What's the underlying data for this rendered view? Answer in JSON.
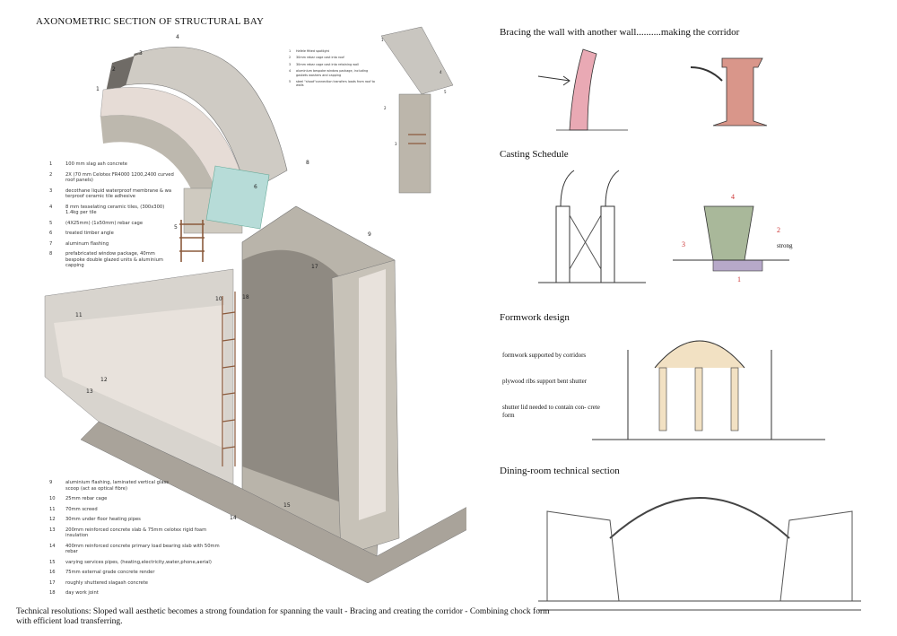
{
  "title": "AXONOMETRIC SECTION OF STRUCTURAL BAY",
  "legend_top": [
    {
      "n": "1",
      "text": "100 mm slag ash concrete"
    },
    {
      "n": "2",
      "text": "2X (70 mm Celotex FR4000 1200,2400 curved roof panels)"
    },
    {
      "n": "3",
      "text": "decothane liquid waterproof membrane & wa terproof ceramic tile adhesive"
    },
    {
      "n": "4",
      "text": "8 mm tesselating ceramic tiles, (300x300) 1.4kg per tile"
    },
    {
      "n": "5",
      "text": "(4X25mm) (1x50mm) rebar cage"
    },
    {
      "n": "6",
      "text": "treated timber angle"
    },
    {
      "n": "7",
      "text": "aluminum flashing"
    },
    {
      "n": "8",
      "text": "prefabricated window package, 40mm bespoke double glazed units & aluminium capping"
    }
  ],
  "legend_bottom": [
    {
      "n": "9",
      "text": "aluminium flashing, laminated vertical glass scoop (act as optical fibre)"
    },
    {
      "n": "10",
      "text": "25mm rebar cage"
    },
    {
      "n": "11",
      "text": "70mm screed"
    },
    {
      "n": "12",
      "text": "30mm under floor heating pipes"
    },
    {
      "n": "13",
      "text": "200mm reinforced concrete slab & 75mm celotex rigid foam insulation"
    },
    {
      "n": "14",
      "text": "400mm reinforced concrete primary load bearing slab with 50mm rebar"
    },
    {
      "n": "15",
      "text": "varying services pipes, (heating,electricity,water,phone,aerial)"
    },
    {
      "n": "16",
      "text": "75mm external grade concrete render"
    },
    {
      "n": "17",
      "text": "roughly shuttered slagash concrete"
    },
    {
      "n": "18",
      "text": "day work joint"
    }
  ],
  "detail_legend": [
    {
      "n": "1",
      "text": "Hafele fitted spotlight"
    },
    {
      "n": "2",
      "text": "30mm rebar cage cast into roof"
    },
    {
      "n": "3",
      "text": "30mm rebar cage cast into retaining wall"
    },
    {
      "n": "4",
      "text": "aluminium bespoke window package, including gaskets washers and capping"
    },
    {
      "n": "5",
      "text": "steel \"shoot\"connection transfers loads from roof to walls"
    }
  ],
  "callouts": [
    "1",
    "2",
    "3",
    "4",
    "5",
    "6",
    "8",
    "9",
    "10",
    "11",
    "12",
    "13",
    "14",
    "15",
    "17",
    "18"
  ],
  "detail_callouts": [
    "1",
    "2",
    "3",
    "4",
    "5"
  ],
  "sections": {
    "bracing": "Bracing the wall with another wall..........making the corridor",
    "casting": "Casting Schedule",
    "casting_labels": {
      "top": "4",
      "side": "2",
      "left": "3",
      "bottom": "1",
      "strong": "strong"
    },
    "formwork": "Formwork design",
    "formwork_notes": [
      "formwork supported by corridors",
      "plywood ribs support bent shutter",
      "shutter lid needed to contain con- crete form"
    ],
    "dining": "Dining-room technical section"
  },
  "footer": "Technical resolutions: Sloped wall aesthetic becomes a strong foundation for spanning the vault - Bracing and creating the corridor - Combining chock form with efficient load transferring.",
  "colors": {
    "concrete": "#b9b4aa",
    "tiles": "#c9c6c0",
    "rebar": "#8b5a3c",
    "pink": "#d9968a",
    "green": "#a9b89a",
    "glass": "#b7dcd8"
  }
}
